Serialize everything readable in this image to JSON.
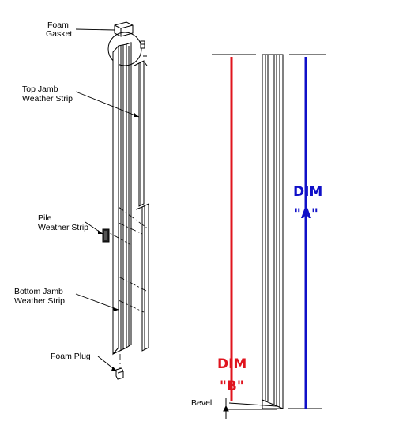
{
  "labels": {
    "foam_gasket_1": "Foam",
    "foam_gasket_2": "Gasket",
    "top_jamb_1": "Top Jamb",
    "top_jamb_2": "Weather Strip",
    "pile_1": "Pile",
    "pile_2": "Weather Strip",
    "bottom_jamb_1": "Bottom Jamb",
    "bottom_jamb_2": "Weather Strip",
    "foam_plug": "Foam Plug",
    "bevel": "Bevel"
  },
  "dimensions": {
    "a_line1": "DIM",
    "a_line2": "\"A\"",
    "b_line1": "DIM",
    "b_line2": "\"B\""
  },
  "colors": {
    "dim_a": "#1010c8",
    "dim_b": "#e0141e",
    "line": "#000000"
  }
}
